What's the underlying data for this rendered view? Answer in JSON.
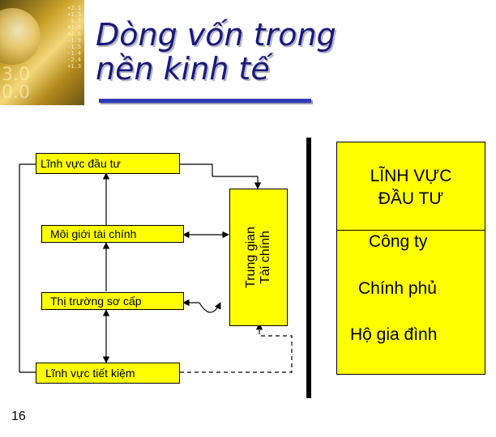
{
  "title": {
    "line1": "Dòng vốn trong",
    "line2": "nền kinh tế"
  },
  "title_image": {
    "ticker": "+2.1\n+1.3\n-2.7\n+1.5\n+2.6\n-1.9\n-1.5\n-1.4\n-2.4\n+1.3",
    "big_text": "3.0\n0.0"
  },
  "left_boxes": {
    "investment": "Lĩnh vực đầu tư",
    "broker": "Môi giới tài chính",
    "primary_market": "Thị trường sơ cấp",
    "savings": "Lĩnh vực tiết kiệm"
  },
  "intermediary": {
    "line1": "Trung gian",
    "line2": "Tài chính"
  },
  "right_panel": {
    "header_line1": "LĨNH VỰC",
    "header_line2": "ĐẦU TƯ",
    "items": [
      "Công ty",
      "Chính phủ",
      "Hộ gia đình"
    ]
  },
  "colors": {
    "box_fill": "#ffff00",
    "title": "#1a1a7a",
    "rule": "#2f3ab8"
  },
  "slide_number": "16"
}
